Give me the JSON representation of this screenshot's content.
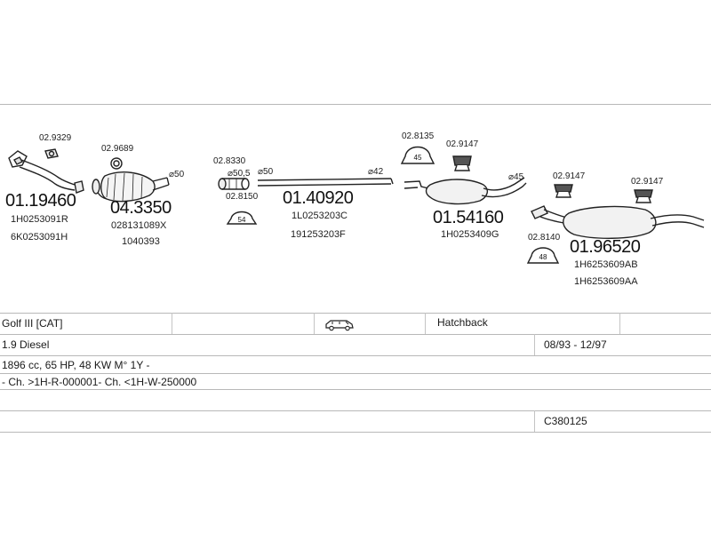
{
  "parts": [
    {
      "code": "01.19460",
      "refs": [
        "1H0253091R",
        "6K0253091H"
      ],
      "accessory": "02.9329"
    },
    {
      "code": "04.3350",
      "refs": [
        "028131089X",
        "1040393"
      ],
      "accessory": "02.9689",
      "diameter": "⌀50"
    },
    {
      "code": "01.40920",
      "refs": [
        "1L0253203C",
        "191253203F"
      ],
      "accessories": [
        "02.8330",
        "02.8150"
      ],
      "diameters": [
        "⌀50,5",
        "⌀50",
        "⌀42"
      ]
    },
    {
      "code": "01.54160",
      "refs": [
        "1H0253409G"
      ],
      "accessories": [
        "02.8135",
        "02.9147"
      ],
      "diameter": "⌀45"
    },
    {
      "code": "01.96520",
      "refs": [
        "1H6253609AB",
        "1H6253609AA"
      ],
      "accessories": [
        "02.9147",
        "02.9147",
        "02.8140"
      ]
    }
  ],
  "clamp_labels": {
    "c1": "45",
    "c2": "54",
    "c3": "48"
  },
  "vehicle": {
    "model": "Golf III  [CAT]",
    "body": "Hatchback",
    "engine": "1.9 Diesel",
    "period": "08/93 - 12/97",
    "spec": "1896 cc, 65 HP, 48 KW M° 1Y -",
    "chassis": "- Ch. >1H-R-000001- Ch. <1H-W-250000",
    "catalog": "C380125"
  },
  "icons": {
    "car": "car-icon"
  }
}
